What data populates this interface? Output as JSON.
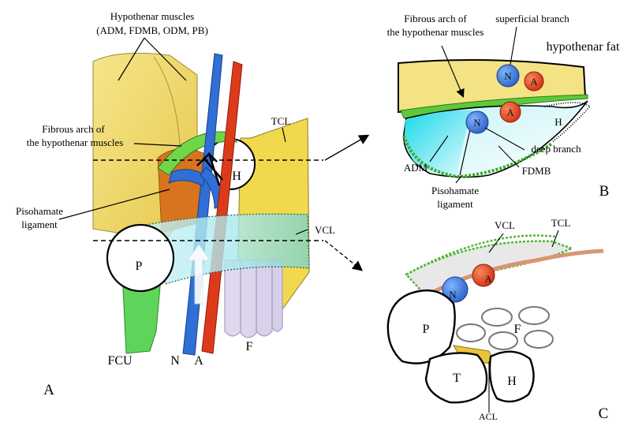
{
  "panel_a": {
    "panel_letter": "A",
    "hypothenar_muscles_line1": "Hypothenar  muscles",
    "hypothenar_muscles_line2": "(ADM, FDMB, ODM, PB)",
    "tcl": "TCL",
    "fibrous_arch_line1": "Fibrous arch of",
    "fibrous_arch_line2": "the hypothenar muscles",
    "hamate": "H",
    "pisohamate_line1": "Pisohamate",
    "pisohamate_line2": "ligament",
    "vcl": "VCL",
    "pisiform": "P",
    "fcu": "FCU",
    "nerve": "N",
    "artery": "A",
    "flexor_tendons": "F"
  },
  "panel_b": {
    "panel_letter": "B",
    "fibrous_arch_line1": "Fibrous arch of",
    "fibrous_arch_line2": "the hypothenar muscles",
    "superficial_branch": "superficial branch",
    "hypothenar_fat": "hypothenar fat",
    "nerve_superficial": "N",
    "artery_superficial": "A",
    "nerve_deep": "N",
    "artery_deep": "A",
    "hamate": "H",
    "deep_branch": "deep branch",
    "adm": "ADM",
    "fdmb": "FDMB",
    "pisohamate_line1": "Pisohamate",
    "pisohamate_line2": "ligament"
  },
  "panel_c": {
    "panel_letter": "C",
    "vcl": "VCL",
    "tcl": "TCL",
    "nerve": "N",
    "artery": "A",
    "pisiform": "P",
    "flexor_tendons": "F",
    "triquetrum": "T",
    "hamate": "H",
    "acl": "ACL"
  },
  "colors": {
    "muscle_yellow": "#f1dc6e",
    "nerve_blue": "#2f6fd6",
    "artery_red": "#dd3a1c",
    "arch_green": "#5cc93a",
    "fcu_green": "#5fd45a",
    "vcl_cyan": "#a9ecf2",
    "tendon_lavender": "#dcd6ea"
  }
}
